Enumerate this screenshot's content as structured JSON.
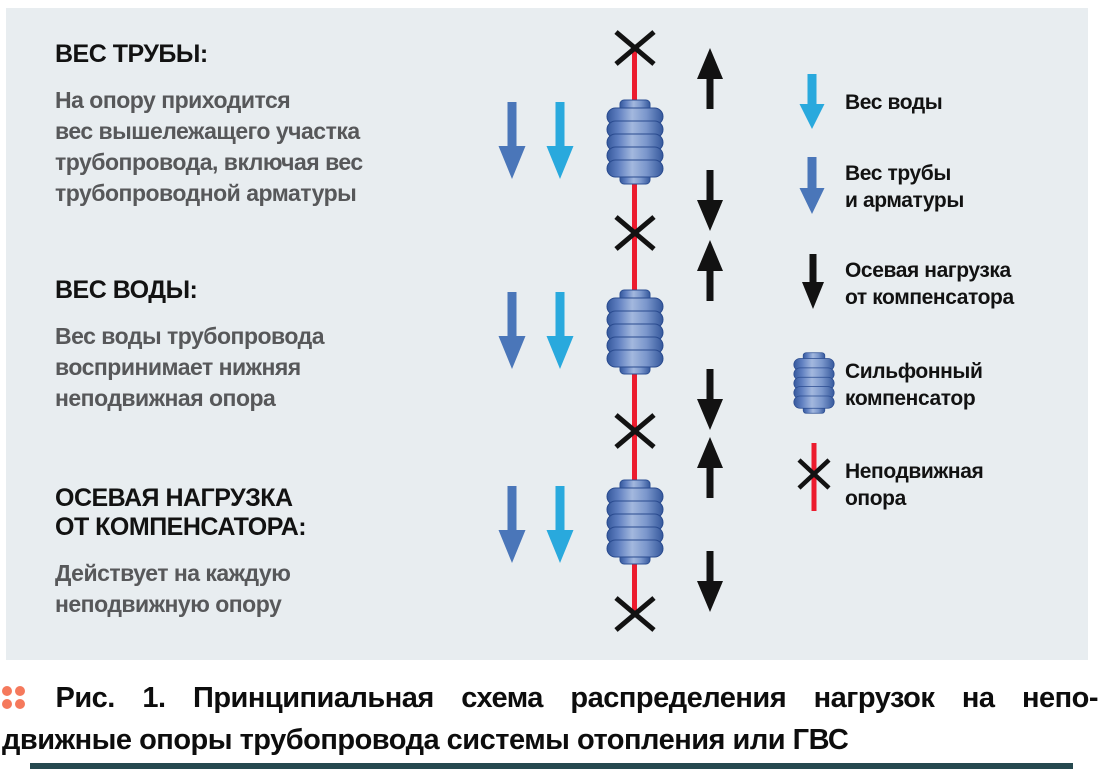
{
  "colors": {
    "panel-bg": "#e8edf0",
    "heading-text": "#121212",
    "body-text": "#57585a",
    "pipe-red": "#ec1b2e",
    "arrow-cyan": "#29a9dd",
    "arrow-blue": "#4a76b9",
    "arrow-black": "#121212",
    "caption-dot": "#f5795c",
    "caption-text": "#0d0d0d",
    "bottom-bar": "#26494f"
  },
  "sections": [
    {
      "heading": "ВЕС ТРУБЫ:",
      "body": "На опору приходится\nвес вышележащего участка\nтрубопровода, включая вес\nтрубопроводной арматуры"
    },
    {
      "heading": "ВЕС ВОДЫ:",
      "body": "Вес воды трубопровода\nвоспринимает нижняя\nнеподвижная опора"
    },
    {
      "heading": "ОСЕВАЯ НАГРУЗКА\nОТ КОМПЕНСАТОРА:",
      "body": "Действует на каждую\nнеподвижную опору"
    }
  ],
  "legend": {
    "items": [
      {
        "icon": "water-weight-arrow",
        "label": "Вес воды"
      },
      {
        "icon": "pipe-weight-arrow",
        "label": "Вес трубы\nи арматуры"
      },
      {
        "icon": "axial-load-arrow",
        "label": "Осевая нагрузка\nот компенсатора"
      },
      {
        "icon": "bellows-compensator",
        "label": "Сильфонный\nкомпенсатор"
      },
      {
        "icon": "fixed-support",
        "label": "Неподвижная\nопора"
      }
    ]
  },
  "caption": {
    "figure_label": "Рис. 1.",
    "line1": "Принципиальная схема распределения нагрузок на непо-",
    "line2": "движные опоры трубопровода системы отопления или ГВС"
  }
}
